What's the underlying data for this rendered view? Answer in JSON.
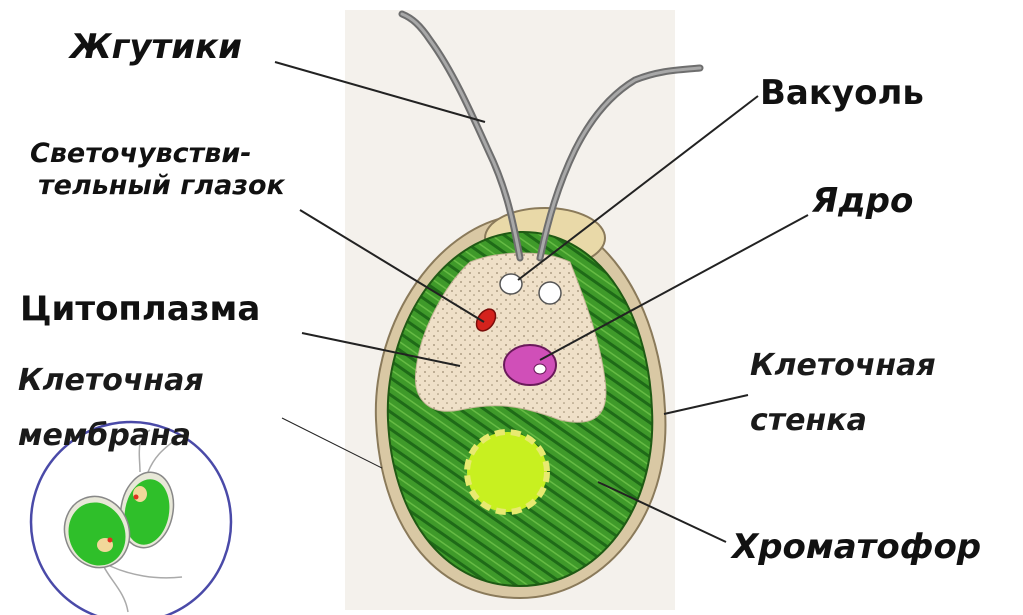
{
  "labels": {
    "flagella": "Жгутики",
    "eyespot_line1": "Светочувстви-",
    "eyespot_line2": "тельный глазок",
    "cytoplasm": "Цитоплазма",
    "membrane_line1": "Клеточная",
    "membrane_line2": "мембрана",
    "vacuole": "Вакуоль",
    "nucleus": "Ядро",
    "cellwall_line1": "Клеточная",
    "cellwall_line2": "стенка",
    "chromatophore": "Хроматофор"
  },
  "colors": {
    "chromatophore_green": "#3f9a2a",
    "chromatophore_dark": "#1f6a18",
    "cytoplasm_beige": "#efe0c8",
    "cell_wall": "#d9c8a4",
    "nucleus_magenta": "#d04fb8",
    "eyespot_red": "#d4231d",
    "pyrenoid_lime": "#c8f020",
    "flagella_gray": "#8a8a8a"
  }
}
